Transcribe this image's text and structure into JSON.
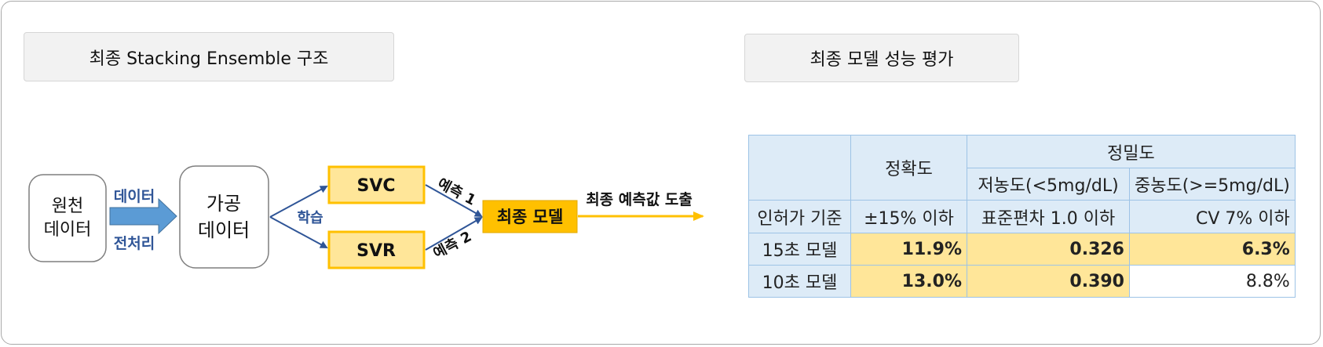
{
  "left_section": {
    "title": "최종 Stacking Ensemble 구조"
  },
  "right_section": {
    "title": "최종 모델 성능 평가"
  },
  "diagram": {
    "raw_data": {
      "line1": "원천",
      "line2": "데이터"
    },
    "preprocess_arrow": {
      "top": "데이터",
      "bottom": "전처리"
    },
    "processed_data": {
      "line1": "가공",
      "line2": "데이터"
    },
    "train_label": "학습",
    "svc": "SVC",
    "svr": "SVR",
    "pred1": "예측 1",
    "pred2": "예측 2",
    "final_model": "최종 모델",
    "output_label": "최종 예측값 도출",
    "colors": {
      "model_fill": "#ffe699",
      "model_border": "#ffc000",
      "final_fill": "#ffc000",
      "arrow_blue": "#2f5597",
      "block_arrow": "#5b9bd5",
      "output_arrow": "#ffc000"
    }
  },
  "table": {
    "header": {
      "accuracy": "정확도",
      "precision": "정밀도",
      "low": "저농도(<5mg/dL)",
      "mid": "중농도(>=5mg/dL)"
    },
    "criteria": {
      "label": "인허가 기준",
      "accuracy": "±15% 이하",
      "low": "표준편차 1.0 이하",
      "mid": "CV 7% 이하"
    },
    "rows": [
      {
        "label": "15초 모델",
        "accuracy": "11.9%",
        "low": "0.326",
        "mid": "6.3%"
      },
      {
        "label": "10초 모델",
        "accuracy": "13.0%",
        "low": "0.390",
        "mid": "8.8%"
      }
    ],
    "colors": {
      "header_bg": "#ddebf7",
      "highlight_bg": "#ffe699",
      "border": "#9dc3e6"
    }
  }
}
